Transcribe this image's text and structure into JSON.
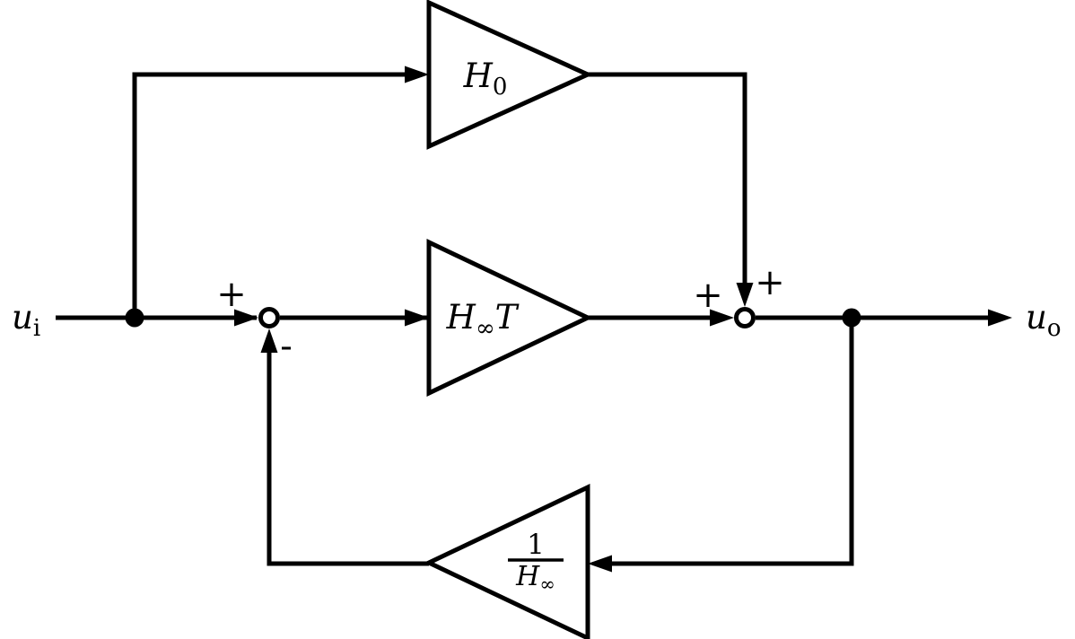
{
  "diagram": {
    "colors": {
      "stroke": "#000000",
      "background": "#ffffff"
    },
    "input_label": {
      "base": "u",
      "sub": "i"
    },
    "output_label": {
      "base": "u",
      "sub": "o"
    },
    "blocks": {
      "feedforward_gain": {
        "base": "H",
        "sub": "0"
      },
      "forward_gain": {
        "base": "H",
        "sub": "∞",
        "factor": "T"
      },
      "feedback_gain": {
        "numerator": "1",
        "denominator_base": "H",
        "denominator_sub": "∞"
      }
    },
    "summing_left": {
      "plus": "+",
      "minus": "-"
    },
    "summing_right": {
      "plus_left": "+",
      "plus_top": "+"
    }
  }
}
